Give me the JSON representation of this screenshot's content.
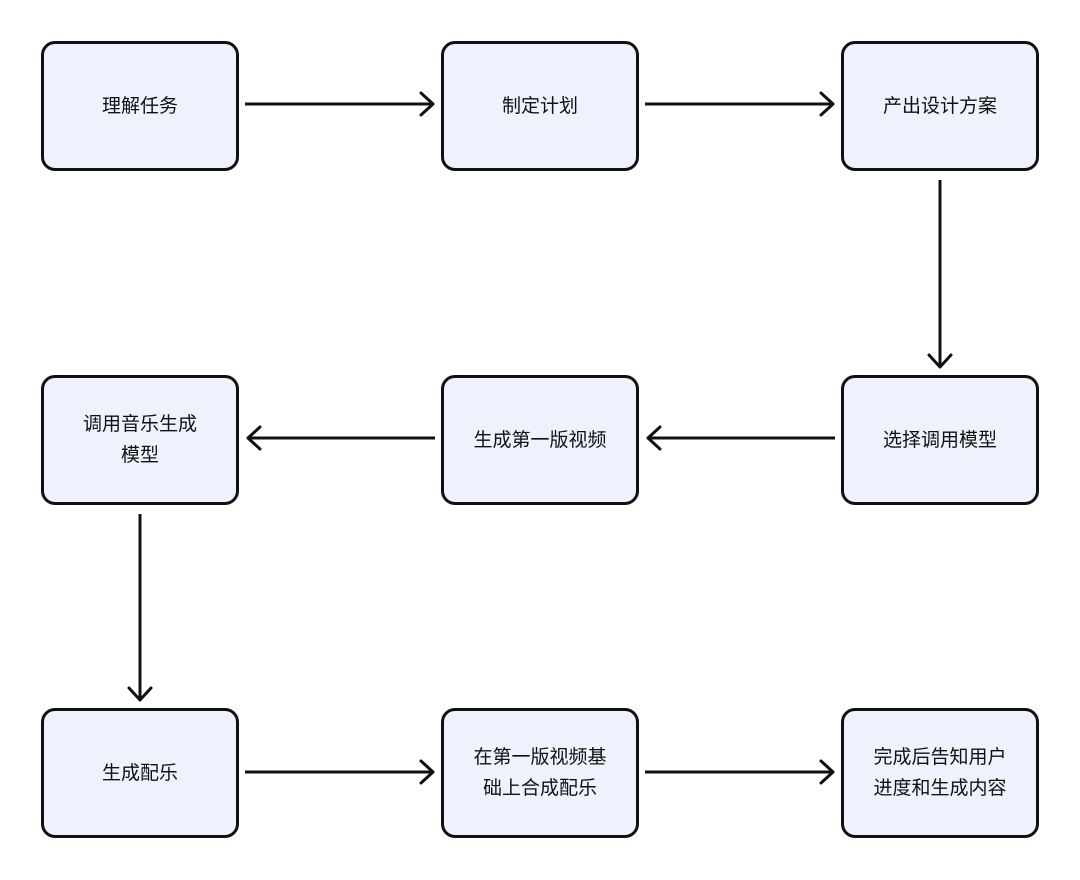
{
  "diagram": {
    "colors": {
      "node_fill": "#eef2fc",
      "node_border": "#111111",
      "edge": "#111111",
      "text": "#111111"
    },
    "nodes": [
      {
        "id": "n1",
        "label": "理解任务"
      },
      {
        "id": "n2",
        "label": "制定计划"
      },
      {
        "id": "n3",
        "label": "产出设计方案"
      },
      {
        "id": "n4",
        "label": "调用音乐生成\n模型"
      },
      {
        "id": "n5",
        "label": "生成第一版视频"
      },
      {
        "id": "n6",
        "label": "选择调用模型"
      },
      {
        "id": "n7",
        "label": "生成配乐"
      },
      {
        "id": "n8",
        "label": "在第一版视频基\n础上合成配乐"
      },
      {
        "id": "n9",
        "label": "完成后告知用户\n进度和生成内容"
      }
    ],
    "edges": [
      {
        "from": "n1",
        "to": "n2"
      },
      {
        "from": "n2",
        "to": "n3"
      },
      {
        "from": "n3",
        "to": "n6"
      },
      {
        "from": "n6",
        "to": "n5"
      },
      {
        "from": "n5",
        "to": "n4"
      },
      {
        "from": "n4",
        "to": "n7"
      },
      {
        "from": "n7",
        "to": "n8"
      },
      {
        "from": "n8",
        "to": "n9"
      }
    ]
  }
}
